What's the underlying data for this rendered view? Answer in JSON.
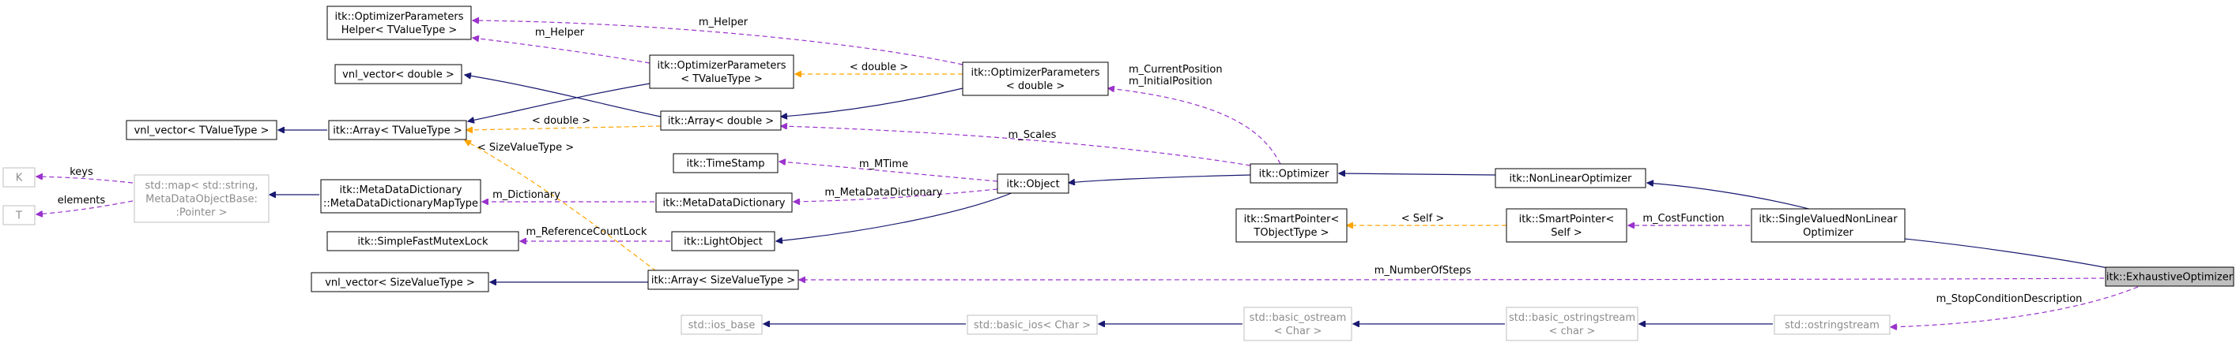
{
  "colors": {
    "inheritance": "#191970",
    "member": "#9a32cd",
    "template": "#ffa500",
    "node_border": "#000000",
    "gray_border": "#bfbfbf",
    "gray_text": "#8c8c8c",
    "focus_fill": "#bfbfbf"
  },
  "nodes": [
    {
      "id": "paramhelper",
      "lines": [
        "itk::OptimizerParameters",
        "Helper< TValueType >"
      ]
    },
    {
      "id": "vnl_double",
      "lines": [
        "vnl_vector< double >"
      ]
    },
    {
      "id": "vnl_tvalue",
      "lines": [
        "vnl_vector< TValueType >"
      ]
    },
    {
      "id": "array_tvalue",
      "lines": [
        "itk::Array< TValueType >"
      ]
    },
    {
      "id": "optparams_t",
      "lines": [
        "itk::OptimizerParameters",
        "< TValueType >"
      ]
    },
    {
      "id": "array_double",
      "lines": [
        "itk::Array< double >"
      ]
    },
    {
      "id": "optparams_d",
      "lines": [
        "itk::OptimizerParameters",
        "< double >"
      ]
    },
    {
      "id": "K",
      "lines": [
        "K"
      ],
      "gray": true
    },
    {
      "id": "T",
      "lines": [
        "T"
      ],
      "gray": true
    },
    {
      "id": "stdmap",
      "lines": [
        "std::map< std::string,",
        "MetaDataObjectBase:",
        ":Pointer >"
      ],
      "gray": true
    },
    {
      "id": "mdd_maptype",
      "lines": [
        "itk::MetaDataDictionary",
        "::MetaDataDictionaryMapType"
      ]
    },
    {
      "id": "timestamp",
      "lines": [
        "itk::TimeStamp"
      ]
    },
    {
      "id": "mdd",
      "lines": [
        "itk::MetaDataDictionary"
      ]
    },
    {
      "id": "object",
      "lines": [
        "itk::Object"
      ]
    },
    {
      "id": "optimizer",
      "lines": [
        "itk::Optimizer"
      ]
    },
    {
      "id": "nonlinear",
      "lines": [
        "itk::NonLinearOptimizer"
      ]
    },
    {
      "id": "mutex",
      "lines": [
        "itk::SimpleFastMutexLock"
      ]
    },
    {
      "id": "lightobject",
      "lines": [
        "itk::LightObject"
      ]
    },
    {
      "id": "smartptr_t",
      "lines": [
        "itk::SmartPointer<",
        "TObjectType >"
      ]
    },
    {
      "id": "smartptr_self",
      "lines": [
        "itk::SmartPointer<",
        "Self >"
      ]
    },
    {
      "id": "singlevalued",
      "lines": [
        "itk::SingleValuedNonLinear",
        "Optimizer"
      ]
    },
    {
      "id": "vnl_size",
      "lines": [
        "vnl_vector< SizeValueType >"
      ]
    },
    {
      "id": "array_size",
      "lines": [
        "itk::Array< SizeValueType >"
      ]
    },
    {
      "id": "exhaustive",
      "lines": [
        "itk::ExhaustiveOptimizer"
      ],
      "focus": true
    },
    {
      "id": "ios_base",
      "lines": [
        "std::ios_base"
      ],
      "gray": true
    },
    {
      "id": "basic_ios",
      "lines": [
        "std::basic_ios< Char >"
      ],
      "gray": true
    },
    {
      "id": "basic_ostream",
      "lines": [
        "std::basic_ostream",
        "< Char >"
      ],
      "gray": true
    },
    {
      "id": "basic_ostringstream",
      "lines": [
        "std::basic_ostringstream",
        "< char >"
      ],
      "gray": true
    },
    {
      "id": "ostringstream",
      "lines": [
        "std::ostringstream"
      ],
      "gray": true
    }
  ],
  "edges": [
    {
      "id": "e1",
      "type": "member",
      "label": "m_Helper"
    },
    {
      "id": "e2",
      "type": "member",
      "label": "m_Helper"
    },
    {
      "id": "e3",
      "type": "template",
      "label": "< double >"
    },
    {
      "id": "e4",
      "type": "inheritance"
    },
    {
      "id": "e5",
      "type": "inheritance"
    },
    {
      "id": "e6",
      "type": "inheritance"
    },
    {
      "id": "e7",
      "type": "template",
      "label": "< double >"
    },
    {
      "id": "e8",
      "type": "inheritance"
    },
    {
      "id": "e9",
      "type": "member",
      "label": "m_CurrentPosition\nm_InitialPosition"
    },
    {
      "id": "e10",
      "type": "member",
      "label": "m_Scales"
    },
    {
      "id": "e11",
      "type": "template",
      "label": "< SizeValueType >"
    },
    {
      "id": "e12",
      "type": "member",
      "label": "keys"
    },
    {
      "id": "e13",
      "type": "member",
      "label": "elements"
    },
    {
      "id": "e14",
      "type": "inheritance"
    },
    {
      "id": "e15",
      "type": "member",
      "label": "m_Dictionary"
    },
    {
      "id": "e16",
      "type": "member",
      "label": "m_MTime"
    },
    {
      "id": "e17",
      "type": "member",
      "label": "m_MetaDataDictionary"
    },
    {
      "id": "e18",
      "type": "inheritance"
    },
    {
      "id": "e19",
      "type": "inheritance"
    },
    {
      "id": "e20",
      "type": "inheritance"
    },
    {
      "id": "e21",
      "type": "member",
      "label": "m_ReferenceCountLock"
    },
    {
      "id": "e22",
      "type": "template",
      "label": "< Self >"
    },
    {
      "id": "e23",
      "type": "member",
      "label": "m_CostFunction"
    },
    {
      "id": "e24",
      "type": "inheritance"
    },
    {
      "id": "e25",
      "type": "inheritance"
    },
    {
      "id": "e26",
      "type": "member",
      "label": "m_NumberOfSteps"
    },
    {
      "id": "e27",
      "type": "inheritance"
    },
    {
      "id": "e28",
      "type": "inheritance"
    },
    {
      "id": "e29",
      "type": "inheritance"
    },
    {
      "id": "e30",
      "type": "inheritance"
    },
    {
      "id": "e31",
      "type": "member",
      "label": "m_StopConditionDescription"
    }
  ]
}
